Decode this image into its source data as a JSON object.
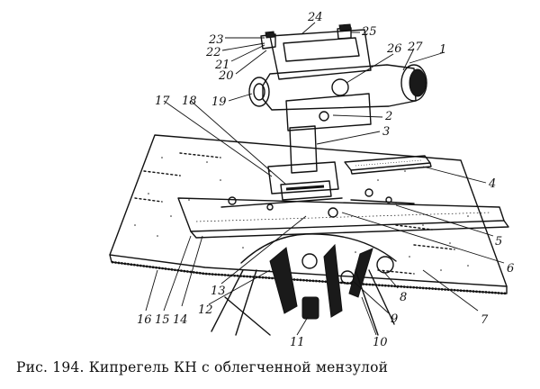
{
  "caption": "Рис. 194. Кипрегель КН с облегченной мензулой",
  "callouts": [
    {
      "id": "c1",
      "label": "1"
    },
    {
      "id": "c2",
      "label": "2"
    },
    {
      "id": "c3",
      "label": "3"
    },
    {
      "id": "c4",
      "label": "4"
    },
    {
      "id": "c5",
      "label": "5"
    },
    {
      "id": "c6",
      "label": "6"
    },
    {
      "id": "c7",
      "label": "7"
    },
    {
      "id": "c8",
      "label": "8"
    },
    {
      "id": "c9",
      "label": "9"
    },
    {
      "id": "c10",
      "label": "10"
    },
    {
      "id": "c11",
      "label": "11"
    },
    {
      "id": "c12",
      "label": "12"
    },
    {
      "id": "c13",
      "label": "13"
    },
    {
      "id": "c14",
      "label": "14"
    },
    {
      "id": "c15",
      "label": "15"
    },
    {
      "id": "c16",
      "label": "16"
    },
    {
      "id": "c17",
      "label": "17"
    },
    {
      "id": "c18",
      "label": "18"
    },
    {
      "id": "c19",
      "label": "19"
    },
    {
      "id": "c20",
      "label": "20"
    },
    {
      "id": "c21",
      "label": "21"
    },
    {
      "id": "c22",
      "label": "22"
    },
    {
      "id": "c23",
      "label": "23"
    },
    {
      "id": "c24",
      "label": "24"
    },
    {
      "id": "c25",
      "label": "25"
    },
    {
      "id": "c26",
      "label": "26"
    },
    {
      "id": "c27",
      "label": "27"
    }
  ]
}
